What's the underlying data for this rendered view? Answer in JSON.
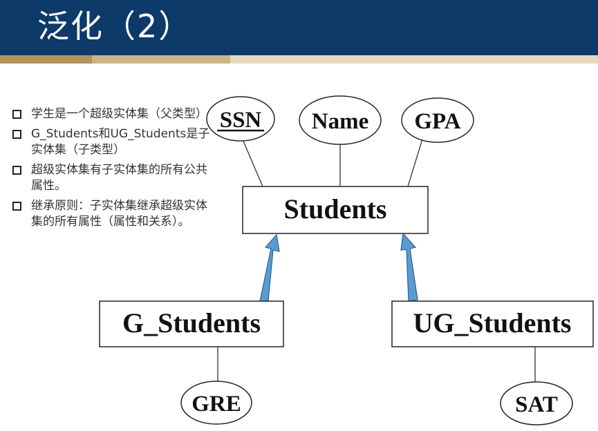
{
  "slide": {
    "title": "泛化（2）"
  },
  "bullets": [
    "学生是一个超级实体集（父类型）",
    "G_Students和UG_Students是子实体集（子类型）",
    "超级实体集有子实体集的所有公共属性。",
    "继承原则：子实体集继承超级实体集的所有属性（属性和关系）。"
  ],
  "diagram": {
    "super_entity": "Students",
    "super_attributes": [
      "SSN",
      "Name",
      "GPA"
    ],
    "key_attribute": "SSN",
    "sub_entities": [
      {
        "name": "G_Students",
        "attribute": "GRE"
      },
      {
        "name": "UG_Students",
        "attribute": "SAT"
      }
    ],
    "colors": {
      "title_bar": "#0d3a69",
      "arrow_fill": "#5b9bd5",
      "arrow_stroke": "#2e5f8f"
    }
  }
}
